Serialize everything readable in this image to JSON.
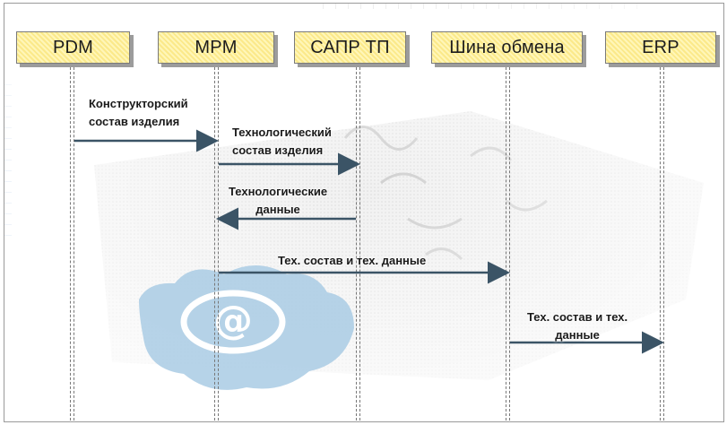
{
  "participants": [
    {
      "id": "pdm",
      "label": "PDM"
    },
    {
      "id": "mpm",
      "label": "MPM"
    },
    {
      "id": "sapr",
      "label": "САПР ТП"
    },
    {
      "id": "bus",
      "label": "Шина обмена"
    },
    {
      "id": "erp",
      "label": "ERP"
    }
  ],
  "messages": [
    {
      "from": "PDM",
      "to": "MPM",
      "label_line1": "Конструкторский",
      "label_line2": "состав изделия"
    },
    {
      "from": "MPM",
      "to": "САПР ТП",
      "label_line1": "Технологический",
      "label_line2": "состав изделия"
    },
    {
      "from": "САПР ТП",
      "to": "MPM",
      "label_line1": "Технологические",
      "label_line2": "данные"
    },
    {
      "from": "MPM",
      "to": "Шина обмена",
      "label_line1": "Тех. состав и тех. данные"
    },
    {
      "from": "Шина обмена",
      "to": "ERP",
      "label_line1": "Тех. состав и тех.",
      "label_line2": "данные"
    }
  ],
  "colors": {
    "header_fill": "#fbe98a",
    "arrow": "#3b5466",
    "puzzle": "#e7e7e7",
    "puzzle_accent": "#9fc3de"
  },
  "icons": [
    "puzzle-background",
    "at-sign-puzzle-icon"
  ]
}
